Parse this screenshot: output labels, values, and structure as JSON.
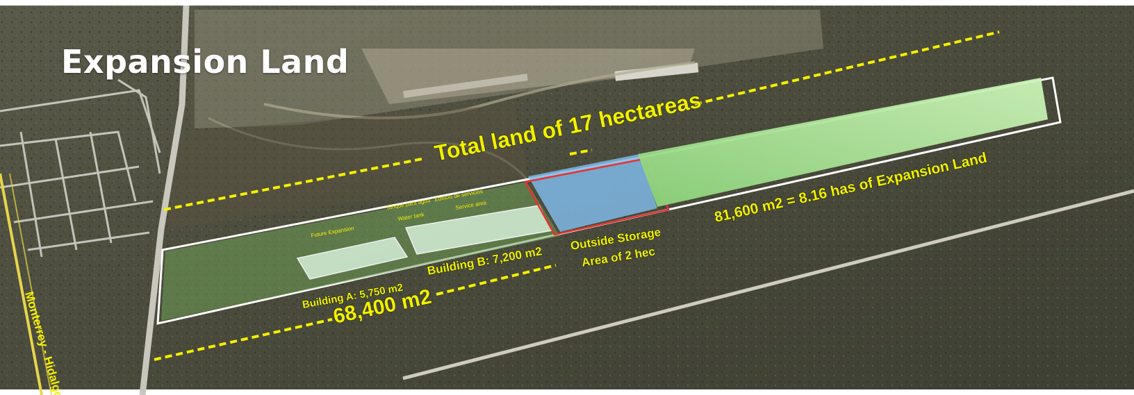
{
  "title": "Expansion Land",
  "labels": {
    "total_land": "Total land of 17 hectareas",
    "expansion_area": "81,600 m2 = 8.16 has of Expansion Land",
    "outside_storage_line1": "Outside Storage",
    "outside_storage_line2": "Area of 2 hec",
    "building_a": "Building A: 5,750 m2",
    "building_b": "Building B: 7,200 m2",
    "developed_area": "68,400 m2",
    "road_name": "Monterrey - Hidalgo"
  },
  "small_labels": {
    "future_expansion": "Future Expansion",
    "water_tank_es": "Tanque para agua",
    "water_tank": "Water tank",
    "service_building_es": "Edificio de servicios",
    "service_area": "Service area"
  },
  "colors": {
    "label_yellow": "#f4f000",
    "expansion_green": "#9ee08a",
    "storage_blue": "#7fb8e6",
    "storage_outline": "#e8322f",
    "boundary_white": "#ffffff",
    "terrain": "#4a4b3c"
  }
}
